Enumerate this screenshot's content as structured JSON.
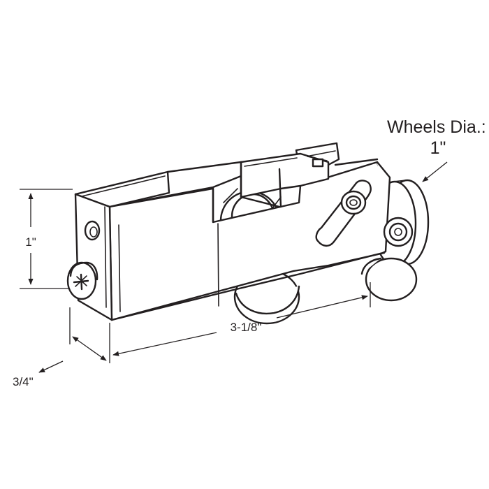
{
  "labels": {
    "wheels_dia_title": "Wheels Dia.:",
    "wheels_dia_value": "1\"",
    "height": "1\"",
    "length": "3-1/8\"",
    "width": "3/4\""
  },
  "colors": {
    "line": "#231f20",
    "background": "#ffffff"
  }
}
